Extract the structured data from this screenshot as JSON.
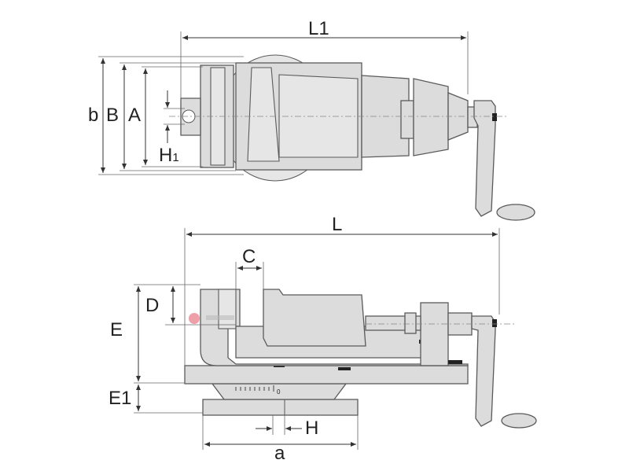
{
  "diagram": {
    "title": "Machine vise dimension drawing",
    "top_view": {
      "labels": {
        "L1": "L1",
        "b": "b",
        "B": "B",
        "A": "A",
        "H1_main": "H",
        "H1_sub": "1"
      }
    },
    "side_view": {
      "labels": {
        "L": "L",
        "C": "C",
        "D": "D",
        "E": "E",
        "E1": "E1",
        "H": "H",
        "a": "a"
      },
      "scale_zero": "0"
    },
    "watermark": "logo"
  },
  "colors": {
    "part_fill": "#dcdcdc",
    "outline": "#5a5a5a",
    "dimension": "#333333",
    "watermark": "#e05060"
  }
}
